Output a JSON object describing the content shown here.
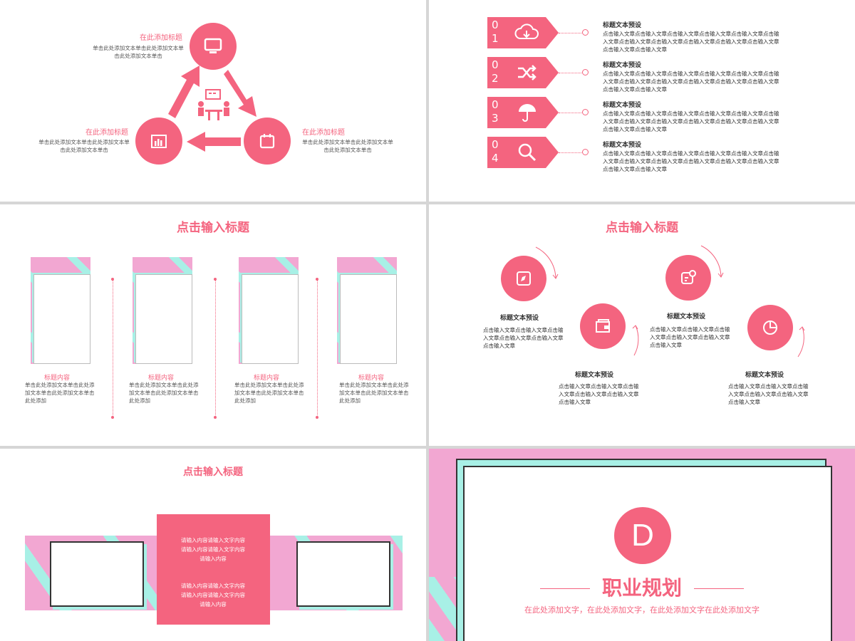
{
  "slide1": {
    "top_title": "在此添加标题",
    "top_text": "单击此处添加文本单击此处添加文本单击此处添加文本单击",
    "left_title": "在此添加标题",
    "left_text": "单击此处添加文本单击此处添加文本单击此处添加文本单击",
    "right_title": "在此添加标题",
    "right_text": "单击此处添加文本单击此处添加文本单击此处添加文本单击"
  },
  "slide2": {
    "items": [
      {
        "num": "0\n1",
        "icon": "cloud-download-icon",
        "title": "标题文本预设",
        "text": "点击输入文章点击输入文章点击输入文章点击输入文章点击输入文章点击输入文章点击输入文章点击输入文章点击输入文章点击输入文章点击输入文章点击输入文章点击输入文章"
      },
      {
        "num": "0\n2",
        "icon": "shuffle-icon",
        "title": "标题文本预设",
        "text": "点击输入文章点击输入文章点击输入文章点击输入文章点击输入文章点击输入文章点击输入文章点击输入文章点击输入文章点击输入文章点击输入文章点击输入文章点击输入文章"
      },
      {
        "num": "0\n3",
        "icon": "umbrella-icon",
        "title": "标题文本预设",
        "text": "点击输入文章点击输入文章点击输入文章点击输入文章点击输入文章点击输入文章点击输入文章点击输入文章点击输入文章点击输入文章点击输入文章点击输入文章点击输入文章"
      },
      {
        "num": "0\n4",
        "icon": "search-icon",
        "title": "标题文本预设",
        "text": "点击输入文章点击输入文章点击输入文章点击输入文章点击输入文章点击输入文章点击输入文章点击输入文章点击输入文章点击输入文章点击输入文章点击输入文章点击输入文章"
      }
    ]
  },
  "slide3": {
    "title": "点击输入标题",
    "cols": [
      {
        "label": "标题内容",
        "text": "单击此处添加文本单击此处添加文本单击此处添加文本单击此处添加"
      },
      {
        "label": "标题内容",
        "text": "单击此处添加文本单击此处添加文本单击此处添加文本单击此处添加"
      },
      {
        "label": "标题内容",
        "text": "单击此处添加文本单击此处添加文本单击此处添加文本单击此处添加"
      },
      {
        "label": "标题内容",
        "text": "单击此处添加文本单击此处添加文本单击此处添加文本单击此处添加"
      }
    ]
  },
  "slide4": {
    "title": "点击输入标题",
    "items": [
      {
        "title": "标题文本预设",
        "text": "点击输入文章点击输入文章点击输入文章点击输入文章点击输入文章点击输入文章"
      },
      {
        "title": "标题文本预设",
        "text": "点击输入文章点击输入文章点击输入文章点击输入文章点击输入文章点击输入文章"
      },
      {
        "title": "标题文本预设",
        "text": "点击输入文章点击输入文章点击输入文章点击输入文章点击输入文章点击输入文章"
      },
      {
        "title": "标题文本预设",
        "text": "点击输入文章点击输入文章点击输入文章点击输入文章点击输入文章点击输入文章"
      }
    ]
  },
  "slide5": {
    "title": "点击输入标题",
    "para1": "请输入内容请输入文字内容请输入内容请输入文字内容请输入内容",
    "para2": "请输入内容请输入文字内容请输入内容请输入文字内容请输入内容"
  },
  "slide6": {
    "letter": "D",
    "title": "职业规划",
    "subtitle": "在此处添加文字，在此处添加文字，在此处添加文字在此处添加文字"
  },
  "colors": {
    "accent": "#f4647f",
    "pink_bg": "#f2a7d2",
    "mint": "#a8f0e6"
  }
}
